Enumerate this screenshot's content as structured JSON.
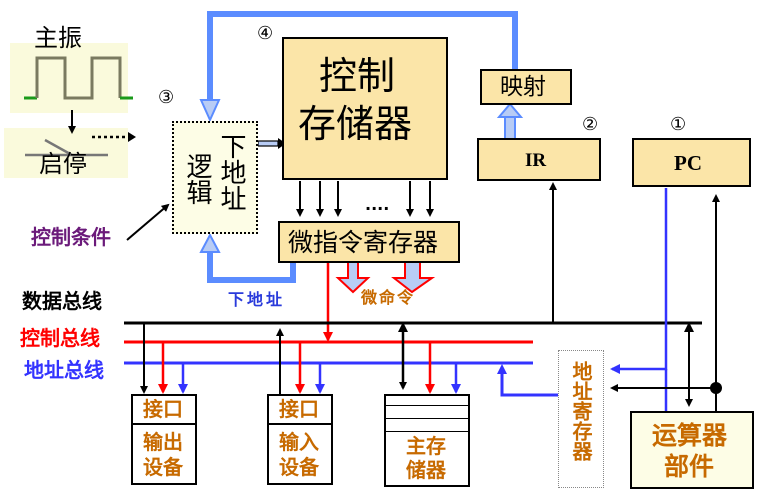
{
  "colors": {
    "box_fill": "#fbe5a8",
    "light_fill": "#fdfde6",
    "clock_bg": "#fafadc",
    "bus_data": "#000000",
    "bus_control": "#ff0000",
    "bus_address": "#3333ff",
    "wide_arrow_blue": "#5b8cff",
    "wide_arrow_fill": "#b8ccf5",
    "orange_text": "#c76a00",
    "purple_text": "#6b1a7a",
    "blue_text": "#2a3bdb",
    "green_edge": "#1a9a1a"
  },
  "clock": {
    "oscillator_label": "主振",
    "switch_label": "启停"
  },
  "markers": {
    "m1": "①",
    "m2": "②",
    "m3": "③",
    "m4": "④"
  },
  "blocks": {
    "next_addr_logic": {
      "left": "逻辑",
      "right": "下地址"
    },
    "control_store": {
      "line1": "控制",
      "line2": "存储器"
    },
    "mapping": "映射",
    "ir": "IR",
    "pc": "PC",
    "micro_ir": "微指令寄存器",
    "addr_reg": "地址寄存器",
    "alu": {
      "line1": "运算器",
      "line2": "部件"
    },
    "output_device": {
      "port": "接口",
      "line1": "输出",
      "line2": "设备"
    },
    "input_device": {
      "port": "接口",
      "line1": "输入",
      "line2": "设备"
    },
    "main_memory": {
      "line1": "主存",
      "line2": "储器"
    }
  },
  "labels": {
    "control_condition": "控制条件",
    "next_address": "下地址",
    "micro_command": "微命令",
    "ellipsis": "....",
    "clock_ellipsis": "....."
  },
  "buses": {
    "data": "数据总线",
    "control": "控制总线",
    "address": "地址总线"
  }
}
